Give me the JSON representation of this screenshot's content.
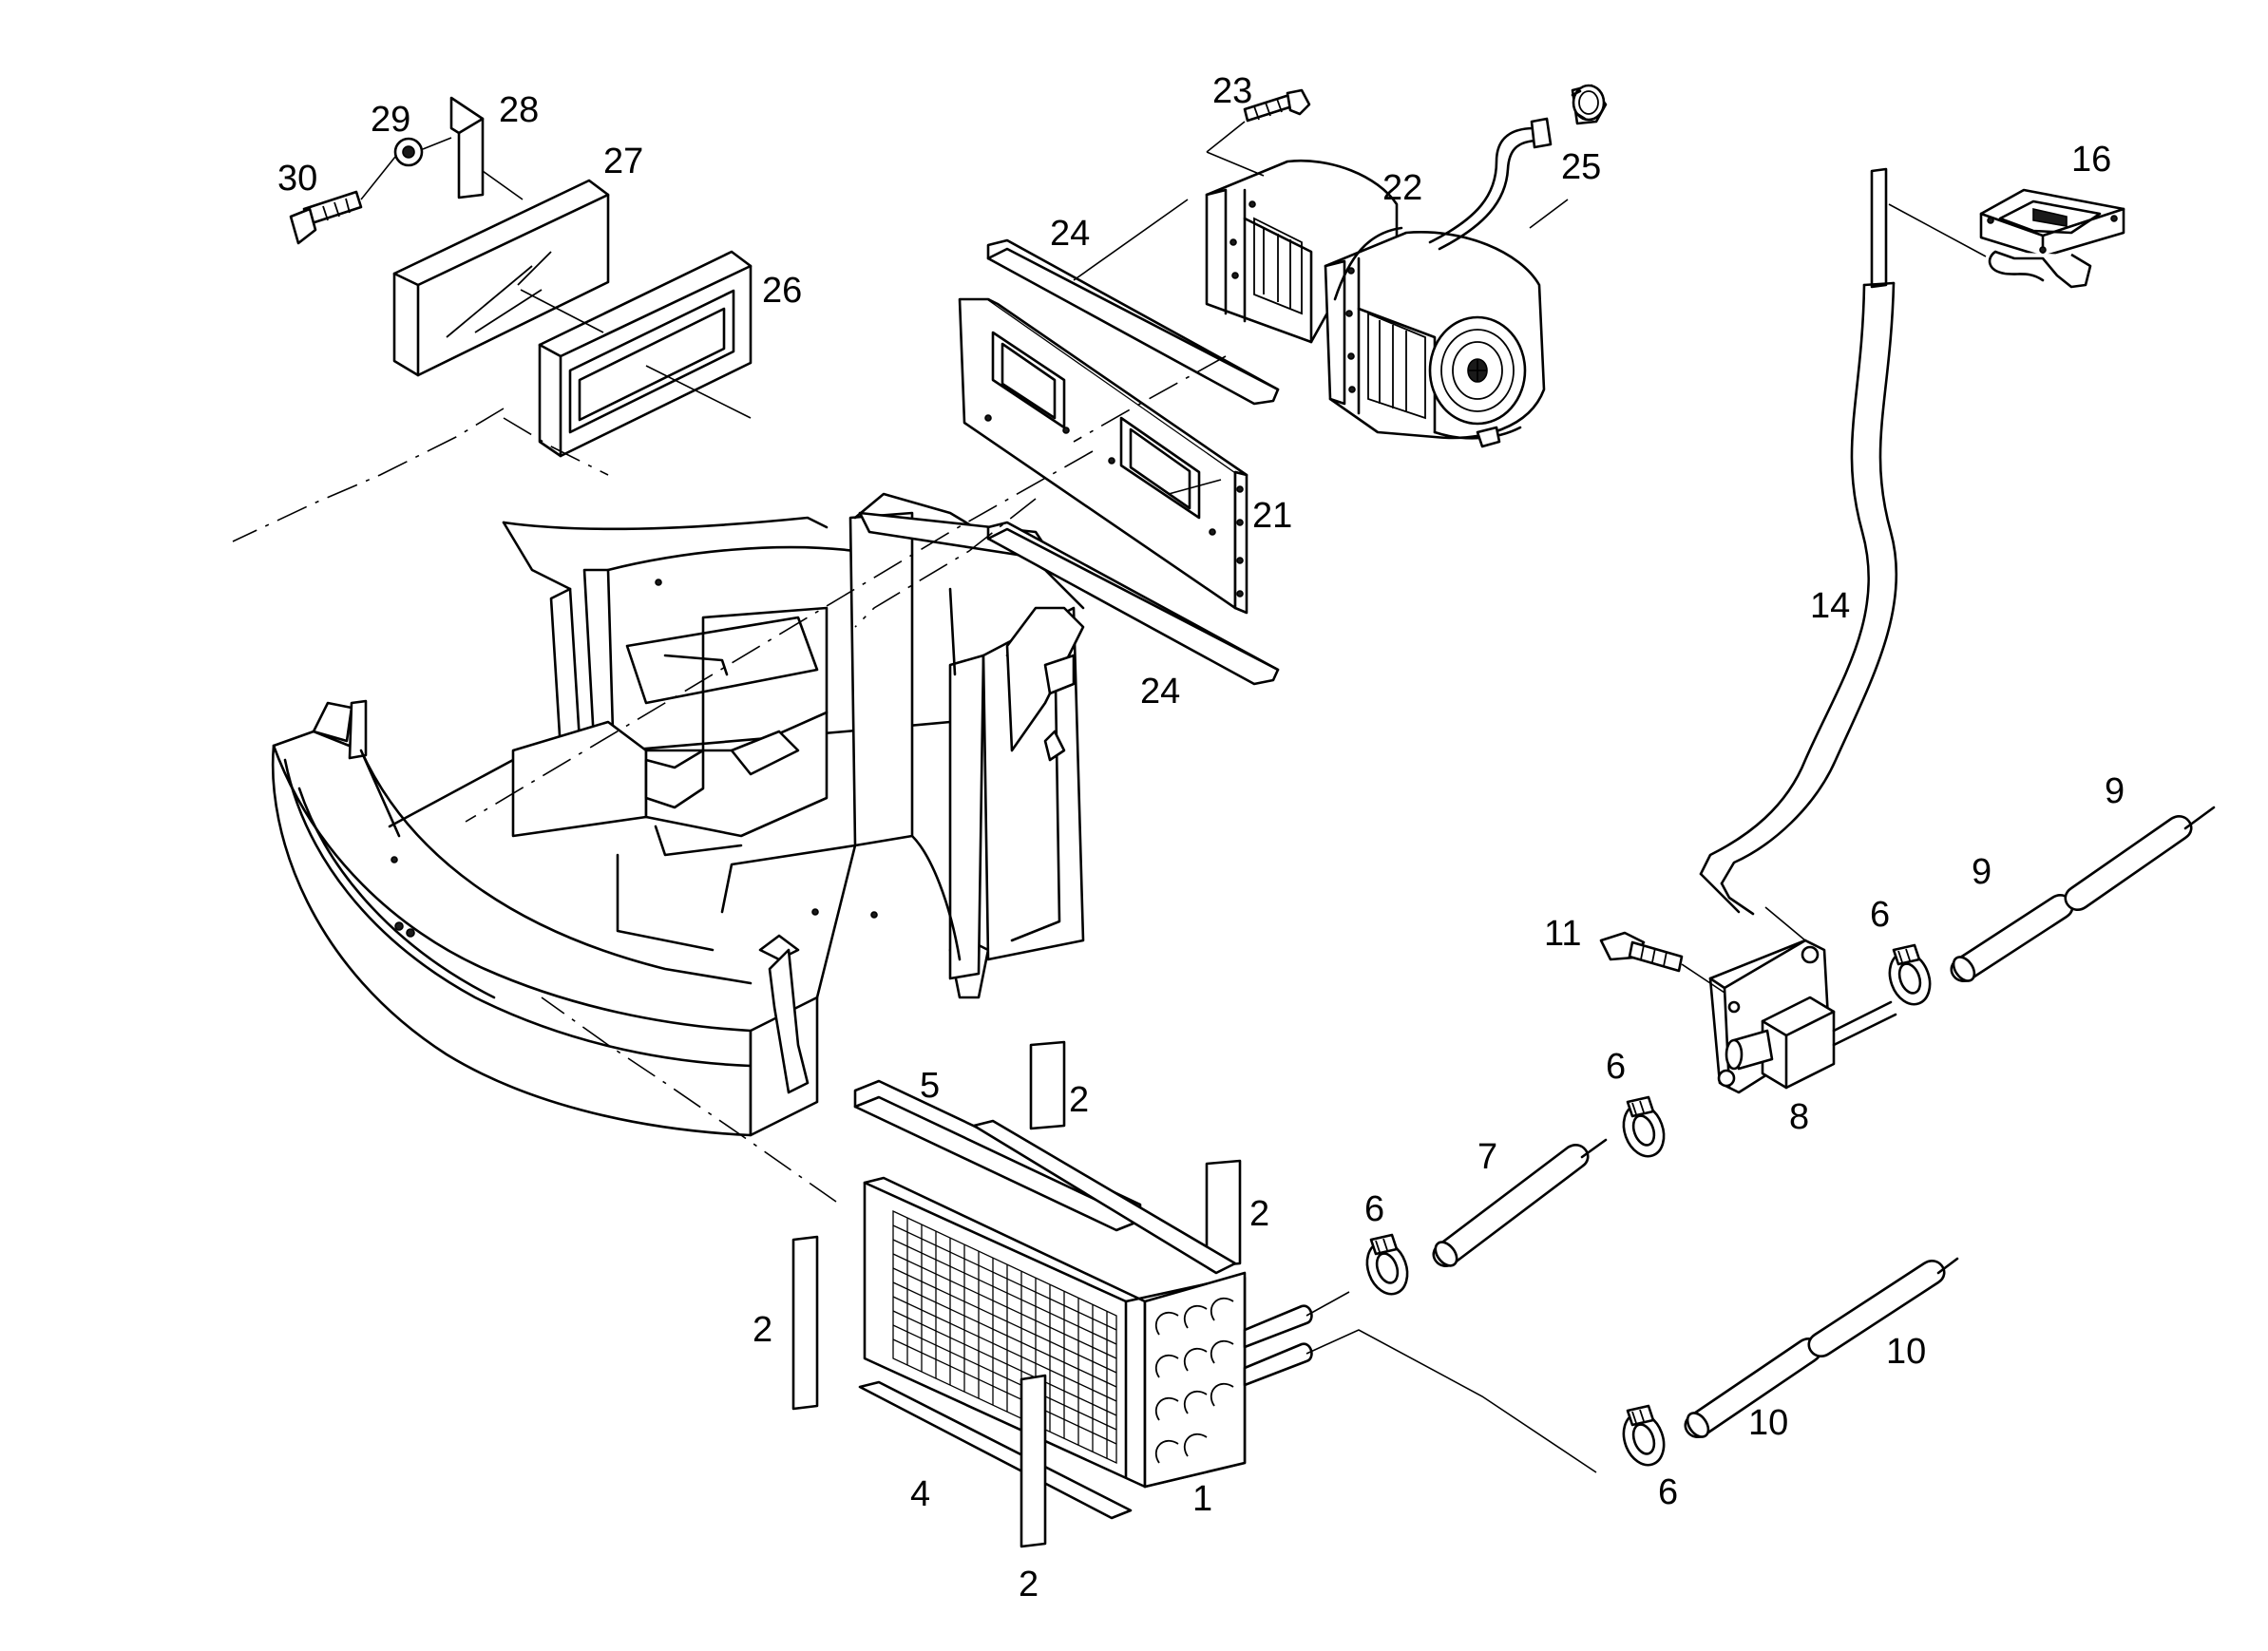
{
  "callouts": [
    {
      "id": "c1",
      "text": "1"
    },
    {
      "id": "c2a",
      "text": "2"
    },
    {
      "id": "c2b",
      "text": "2"
    },
    {
      "id": "c2c",
      "text": "2"
    },
    {
      "id": "c2d",
      "text": "2"
    },
    {
      "id": "c4",
      "text": "4"
    },
    {
      "id": "c5",
      "text": "5"
    },
    {
      "id": "c6a",
      "text": "6"
    },
    {
      "id": "c6b",
      "text": "6"
    },
    {
      "id": "c6c",
      "text": "6"
    },
    {
      "id": "c6d",
      "text": "6"
    },
    {
      "id": "c7",
      "text": "7"
    },
    {
      "id": "c8",
      "text": "8"
    },
    {
      "id": "c9a",
      "text": "9"
    },
    {
      "id": "c9b",
      "text": "9"
    },
    {
      "id": "c10a",
      "text": "10"
    },
    {
      "id": "c10b",
      "text": "10"
    },
    {
      "id": "c11",
      "text": "11"
    },
    {
      "id": "c14",
      "text": "14"
    },
    {
      "id": "c16",
      "text": "16"
    },
    {
      "id": "c21",
      "text": "21"
    },
    {
      "id": "c22",
      "text": "22"
    },
    {
      "id": "c23",
      "text": "23"
    },
    {
      "id": "c24a",
      "text": "24"
    },
    {
      "id": "c24b",
      "text": "24"
    },
    {
      "id": "c25",
      "text": "25"
    },
    {
      "id": "c26",
      "text": "26"
    },
    {
      "id": "c27",
      "text": "27"
    },
    {
      "id": "c28",
      "text": "28"
    },
    {
      "id": "c29",
      "text": "29"
    },
    {
      "id": "c30",
      "text": "30"
    }
  ]
}
